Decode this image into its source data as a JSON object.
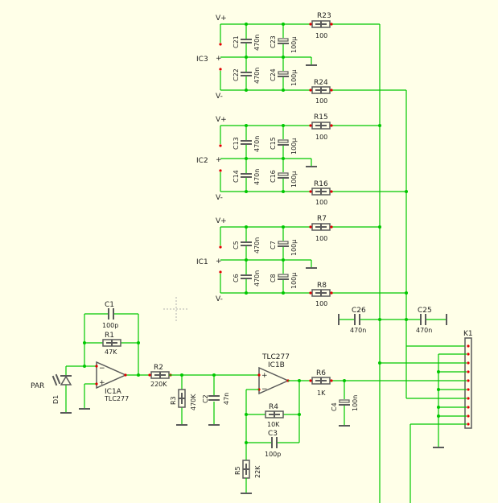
{
  "labels": {
    "vplus": "V+",
    "vminus": "V-",
    "plus": "+",
    "ic3": "IC3",
    "ic2": "IC2",
    "ic1": "IC1",
    "par": "PAR",
    "k1": "K1",
    "r23": "R23",
    "r23v": "100",
    "r24": "R24",
    "r24v": "100",
    "r15": "R15",
    "r15v": "100",
    "r16": "R16",
    "r16v": "100",
    "r7": "R7",
    "r7v": "100",
    "r8": "R8",
    "r8v": "100",
    "c21": "C21",
    "c21v": "470n",
    "c22": "C22",
    "c22v": "470n",
    "c23": "C23",
    "c23v": "100µ",
    "c24": "C24",
    "c24v": "100µ",
    "c13": "C13",
    "c13v": "470n",
    "c14": "C14",
    "c14v": "470n",
    "c15": "C15",
    "c15v": "100µ",
    "c16": "C16",
    "c16v": "100µ",
    "c5": "C5",
    "c5v": "470n",
    "c6": "C6",
    "c6v": "470n",
    "c7": "C7",
    "c7v": "100µ",
    "c8": "C8",
    "c8v": "100µ",
    "c26": "C26",
    "c26v": "470n",
    "c25": "C25",
    "c25v": "470n",
    "c1": "C1",
    "c1v": "100p",
    "r1": "R1",
    "r1v": "47K",
    "r2": "R2",
    "r2v": "220K",
    "r3": "R3",
    "r3v": "470K",
    "c2": "C2",
    "c2v": "47n",
    "ic1a": "IC1A",
    "ic1av": "TLC277",
    "ic1b": "IC1B",
    "ic1bv": "TLC277",
    "r6": "R6",
    "r6v": "1K",
    "c4": "C4",
    "c4v": "100n",
    "r4": "R4",
    "r4v": "10K",
    "c3": "C3",
    "c3v": "100p",
    "r5": "R5",
    "r5v": "22K",
    "d1": "D1"
  },
  "colors": {
    "background": "#ffffe8",
    "wire": "#00c800",
    "part": "#5a5a5a",
    "pin": "#e00000"
  }
}
